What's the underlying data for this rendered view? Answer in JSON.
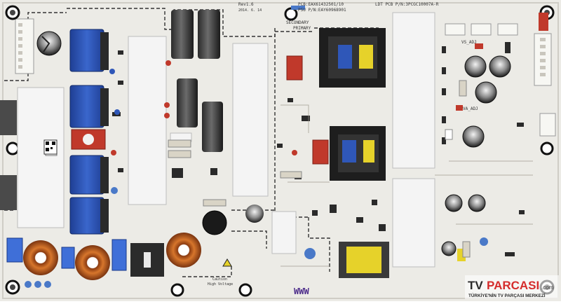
{
  "board": {
    "revision": "Rev1.6",
    "date": "2014. 6. 14",
    "pcb_label": "PCB:EAX61432501/10",
    "psu_label": "PSU P/N:EAY60968901",
    "ldt_label": "LDT PCB P/N:3PCGC10007A-R",
    "secondary_label": "SECONDARY",
    "primary_label": "PRIMARY",
    "caution_label": "Caution",
    "high_voltage_label": "High Voltage",
    "vs_adj_label": "VS_ADJ",
    "va_adj_label": "VA_ADJ",
    "barcode_text": "WWW",
    "colors": {
      "pcb": "#ecebe6",
      "heatsink": "#f4f4f4",
      "capacitor_blue": "#2f57b8",
      "capacitor_red": "#c0392b",
      "toroid_copper": "#c8641e",
      "transformer_yellow": "#e6d22a"
    }
  },
  "watermark": {
    "brand_tv": "TV",
    "brand_parcasi": "PARCASI",
    "brand_suffix": ".com",
    "tagline": "TÜRKİYE'NİN TV PARÇASI MERKEZİ"
  }
}
